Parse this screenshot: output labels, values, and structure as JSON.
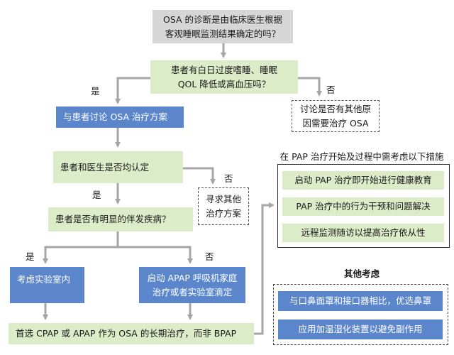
{
  "nodes": {
    "q_diagnosis": [
      "OSA 的诊断是由临床医生根据",
      "客观睡眠监测结果确定的吗？"
    ],
    "q_symptoms": [
      "患者有白日过度嗜睡、睡眠",
      "QOL 降低或高血压吗？"
    ],
    "discuss_treatment": "与患者讨论 OSA 治疗方案",
    "other_causes": [
      "讨论是否有其他原",
      "因需要治疗 OSA"
    ],
    "q_agreement": "患者和医生是否均认定",
    "seek_other": [
      "寻求其他",
      "治疗方案"
    ],
    "q_comorbidity": "患者是否有明显的伴发疾病？",
    "lab_consider": "考虑实验室内",
    "apap_start": [
      "启动 APAP 呼吸机家庭",
      "治疗或者实验室滴定"
    ],
    "cpap_first": "首选 CPAP 或 APAP 作为 OSA 的长期治疗，而非 BPAP"
  },
  "edge_labels": {
    "yes_1": "是",
    "no_1": "否",
    "yes_2": "是",
    "no_2": "否",
    "yes_3": "是",
    "no_3": "否"
  },
  "measures": {
    "title": "在 PAP 治疗开始及过程中需考虑以下措施",
    "items": [
      "启动 PAP 治疗即开始进行健康教育",
      "PAP 治疗中的行为干预和问题解决",
      "远程监测随访以提高治疗依从性"
    ]
  },
  "other_considerations": {
    "title": "其他考虑",
    "items": [
      "与口鼻面罩和接口器相比，优选鼻罩",
      "应用加温湿化装置以避免副作用"
    ]
  },
  "colors": {
    "gray": "#d6d6d6",
    "green": "#dcebc8",
    "blue": "#5b86cc",
    "connector": "#a6a6a6"
  }
}
